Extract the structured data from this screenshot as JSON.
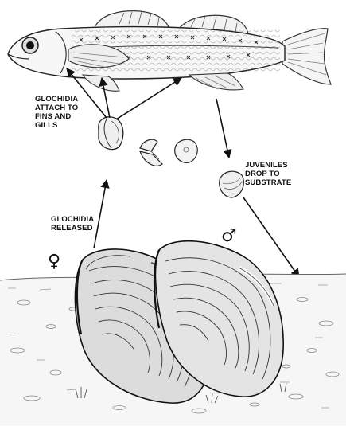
{
  "labels": {
    "attach": [
      "GLOCHIDIA",
      "ATTACH TO",
      "FINS AND",
      "GILLS"
    ],
    "juveniles": [
      "JUVENILES",
      "DROP TO",
      "SUBSTRATE"
    ],
    "released": [
      "GLOCHIDIA",
      "RELEASED"
    ]
  },
  "symbols": {
    "female": "♀",
    "male": "♂"
  },
  "icons": {
    "fish": "fish-illustration",
    "glochidium": "glochidium-larva",
    "juvenile": "juvenile-mussel",
    "female_mussel": "female-mussel",
    "male_mussel": "male-mussel",
    "substrate": "riverbed-substrate"
  }
}
